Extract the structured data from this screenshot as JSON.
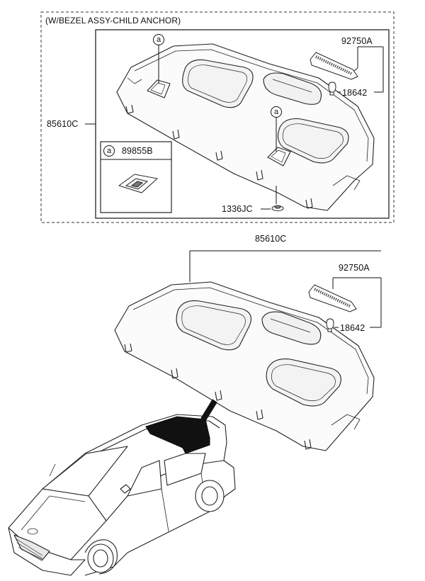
{
  "header": {
    "variant": "(W/BEZEL ASSY-CHILD ANCHOR)"
  },
  "top_panel": {
    "assembly": "85610C",
    "lamp": "92750A",
    "bulb": "18642",
    "fastener": "1336JC",
    "callout_marker": "a",
    "callout_part": "89855B"
  },
  "bottom_panel": {
    "assembly": "85610C",
    "lamp": "92750A",
    "bulb": "18642"
  },
  "icons": [
    "rear-package-tray-drawing",
    "high-mount-stop-lamp-drawing",
    "bulb-drawing",
    "clip-drawing",
    "child-anchor-bezel-drawing",
    "hatchback-car-drawing"
  ]
}
